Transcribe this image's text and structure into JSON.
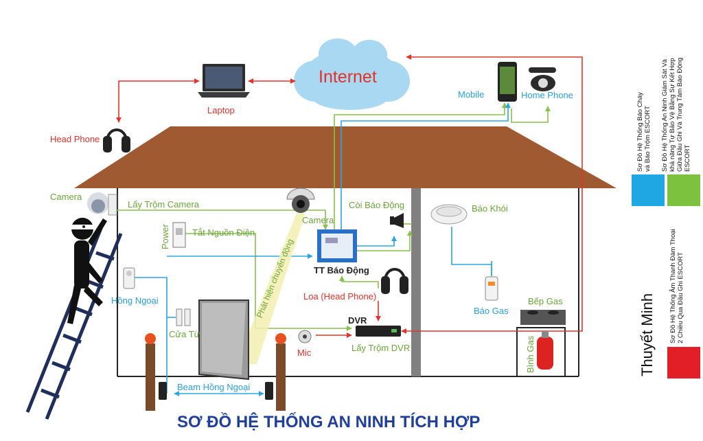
{
  "labels": {
    "internet": "Internet",
    "laptop": "Laptop",
    "head_phone": "Head Phone",
    "mobile": "Mobile",
    "home_phone": "Home Phone",
    "camera_left": "Camera",
    "lay_trom_camera": "Lấy Trộm Camera",
    "camera_center": "Camera",
    "coi_bao_dong": "Còi Báo Động",
    "bao_khoi": "Báo Khói",
    "power": "Power",
    "tat_nguon_dien": "Tắt Nguồn Điện",
    "phat_hien_chuyen_dong": "Phát hiện chuyển động",
    "tt_bao_dong": "TT Báo Động",
    "hong_ngoai": "Hồng Ngoại",
    "loa_head_phone": "Loa (Head Phone)",
    "bao_gas": "Báo Gas",
    "bep_gas": "Bếp Gas",
    "cua_tu": "Cửa Từ",
    "dvr": "DVR",
    "mic": "Mic",
    "lay_trom_dvr": "Lấy Trộm DVR",
    "binh_gas": "Bình Gas",
    "beam_hong_ngoai": "Beam Hồng Ngoại",
    "title": "SƠ ĐỒ HỆ THỐNG AN NINH TÍCH HỢP"
  },
  "legend": {
    "heading": "Thuyết Minh",
    "items": [
      {
        "color": "#1ea7e2",
        "lines": [
          "Sơ Đồ Hệ Thống Báo Cháy",
          "và Báo Trộm ESCORT"
        ]
      },
      {
        "color": "#7cc23e",
        "lines": [
          "Sơ Đồ Hệ Thống An Ninh Giám Sát Và",
          "khả năng Tự Bảo Vệ Bằng Sự Kết Hợp",
          "Giữa Đầu Ghi Và Trung Tâm Báo Động",
          "ESCORT"
        ]
      },
      {
        "color": "#e21e26",
        "lines": [
          "Sơ Đồ Hệ Thống Âm Thanh Đàm Thoại",
          "2 Chiều Qua Đầu Ghi ESCORT"
        ]
      }
    ]
  },
  "colors": {
    "roof": "#a05a32",
    "blue_line": "#2aa7e0",
    "green_line": "#86c04a",
    "red_line": "#e2332c",
    "cloud": "#a9d8f2",
    "title": "#1f3f9a"
  },
  "icons": [
    "cloud-icon",
    "laptop-icon",
    "headphone-icon",
    "mobile-icon",
    "home-phone-icon",
    "camera-icon",
    "dome-camera-icon",
    "siren-icon",
    "smoke-detector-icon",
    "power-switch-icon",
    "alarm-panel-icon",
    "pir-sensor-icon",
    "door-sensor-icon",
    "gas-detector-icon",
    "gas-stove-icon",
    "gas-cylinder-icon",
    "dvr-icon",
    "mic-icon",
    "beam-sensor-icon",
    "thief-icon",
    "ladder-icon",
    "door-icon",
    "lamp-post-icon"
  ]
}
